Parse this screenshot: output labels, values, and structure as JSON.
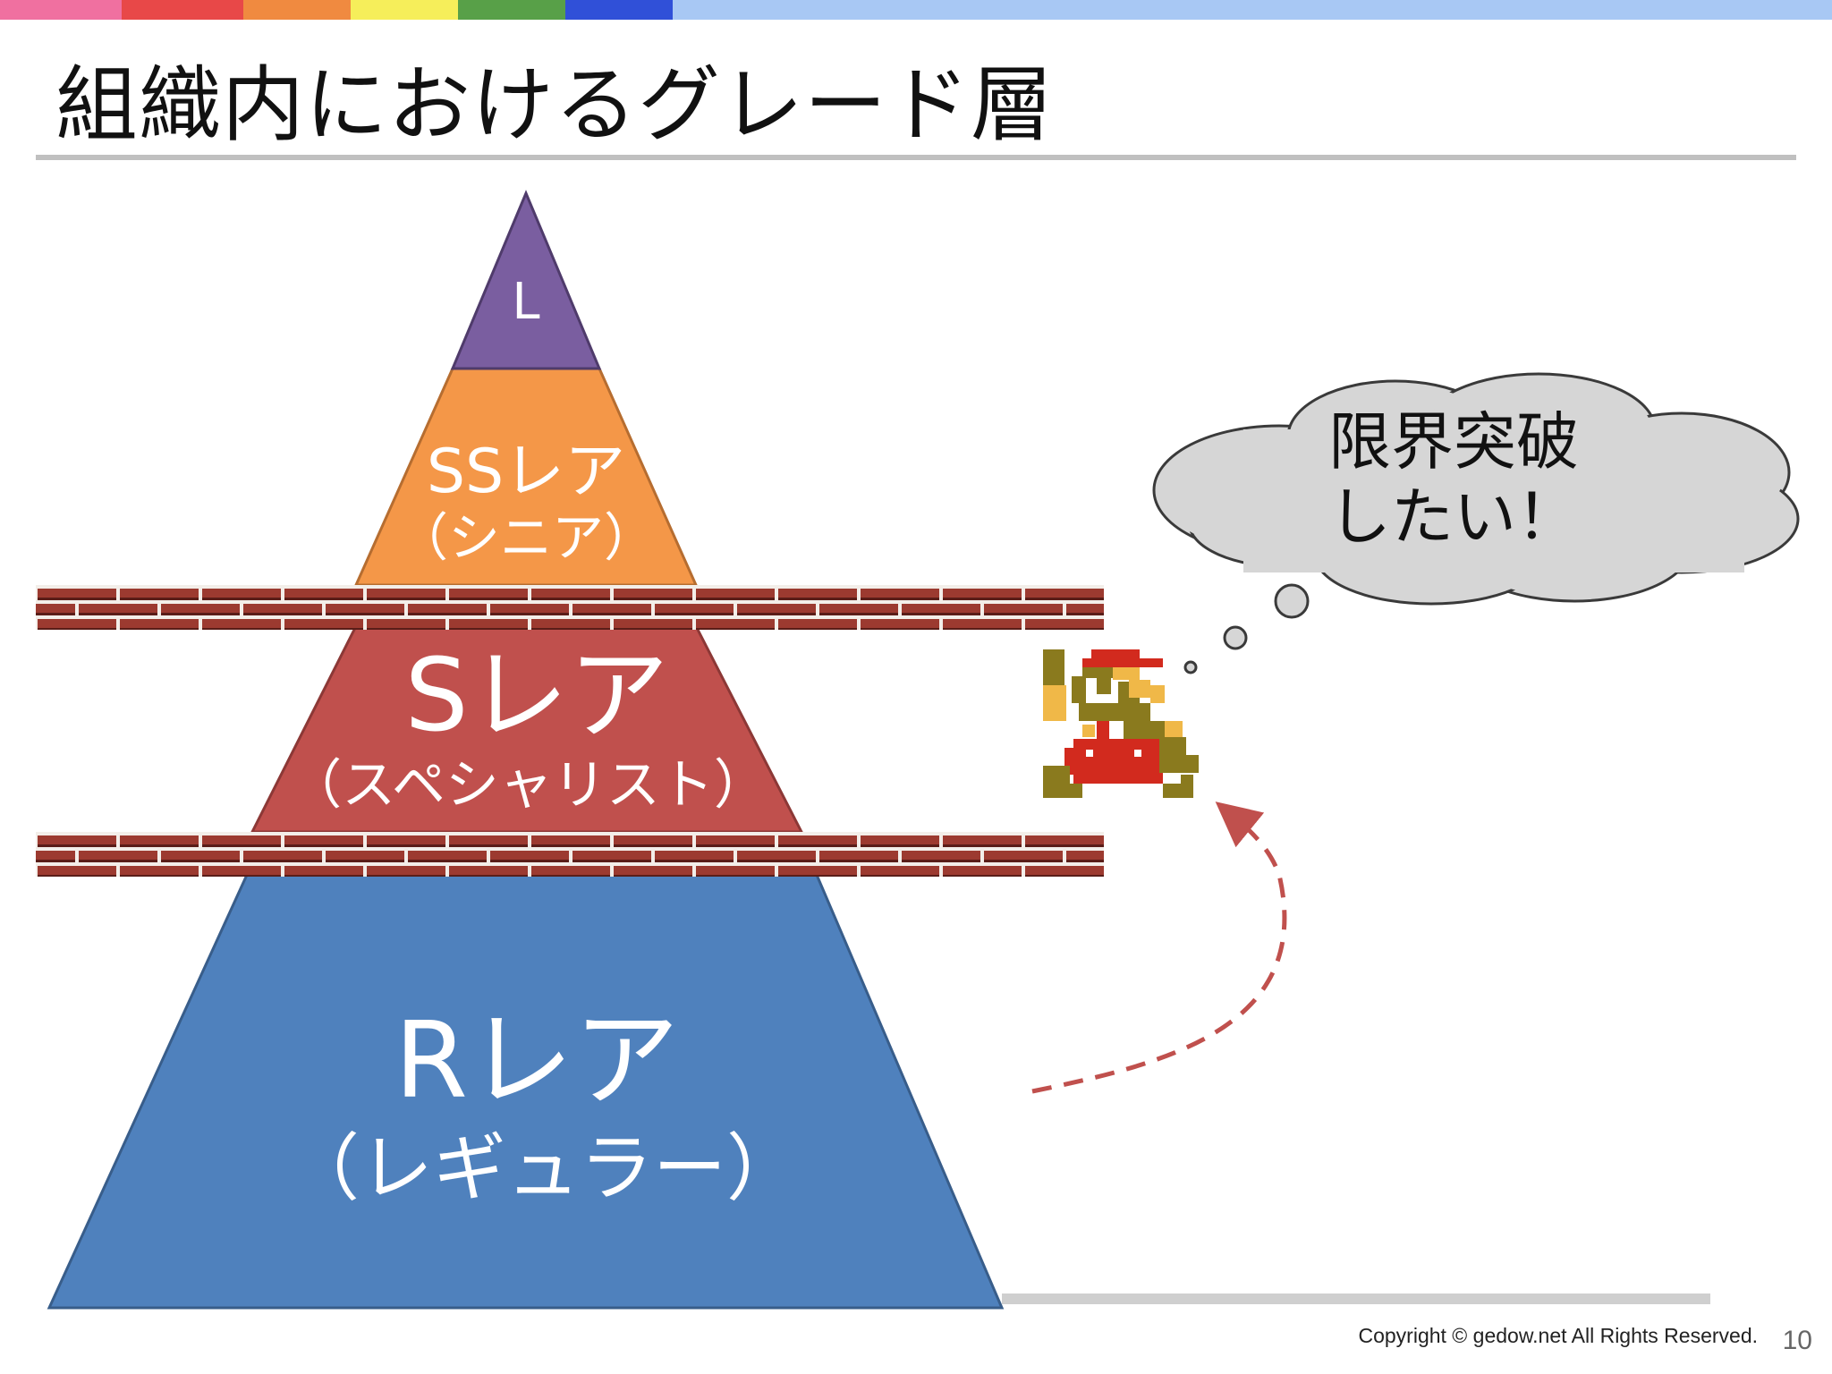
{
  "slide": {
    "title": "組織内におけるグレード層",
    "copyright": "Copyright © gedow.net All Rights Reserved.",
    "page_number": "10",
    "stripe_colors": [
      "#f070a0",
      "#e84848",
      "#f08a40",
      "#f6ee5a",
      "#58a048",
      "#3050d8",
      "#a8c8f4"
    ]
  },
  "pyramid": {
    "tiers": [
      {
        "main": "L",
        "sub": "",
        "color": "#7a5ea0"
      },
      {
        "main": "SSレア",
        "sub": "（シニア）",
        "color": "#f49748"
      },
      {
        "main": "Sレア",
        "sub": "（スペシャリスト）",
        "color": "#c0504d"
      },
      {
        "main": "Rレア",
        "sub": "（レギュラー）",
        "color": "#4f81bd"
      }
    ],
    "barrier_color": "#9c3a30"
  },
  "thought_bubble": {
    "line1": "限界突破",
    "line2": "したい！",
    "fill": "#d6d6d6"
  },
  "character": {
    "icon": "pixel-plumber-icon"
  },
  "arrow": {
    "color": "#c0504d",
    "style": "dashed"
  }
}
